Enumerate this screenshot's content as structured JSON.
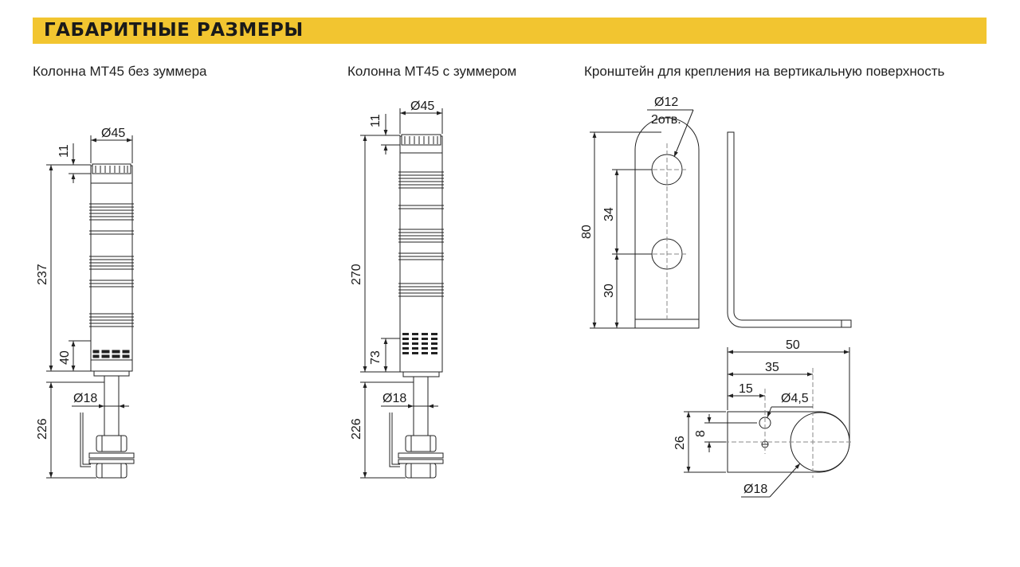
{
  "header": {
    "title": "ГАБАРИТНЫЕ РАЗМЕРЫ"
  },
  "colors": {
    "banner": "#f2c530",
    "line": "#222222",
    "dash": "#888888"
  },
  "views": {
    "column_no_buzzer": {
      "caption": "Колонна MT45 без зуммера",
      "dims": {
        "diameter": "Ø45",
        "top": "11",
        "height": "237",
        "base": "40",
        "rod_diameter": "Ø18",
        "mount": "226"
      }
    },
    "column_buzzer": {
      "caption": "Колонна MT45 с зуммером",
      "dims": {
        "diameter": "Ø45",
        "top": "11",
        "height": "270",
        "base": "73",
        "rod_diameter": "Ø18",
        "mount": "226"
      }
    },
    "bracket": {
      "caption": "Кронштейн для крепления на вертикальную поверхность",
      "dims": {
        "hole": "Ø12",
        "holes_count": "2отв.",
        "height": "80",
        "pitch": "34",
        "bottom": "30",
        "length": "50",
        "hole_pos": "35",
        "small_pos": "15",
        "small_hole": "Ø4,5",
        "width": "26",
        "small_offset": "8",
        "big_hole": "Ø18"
      }
    }
  }
}
